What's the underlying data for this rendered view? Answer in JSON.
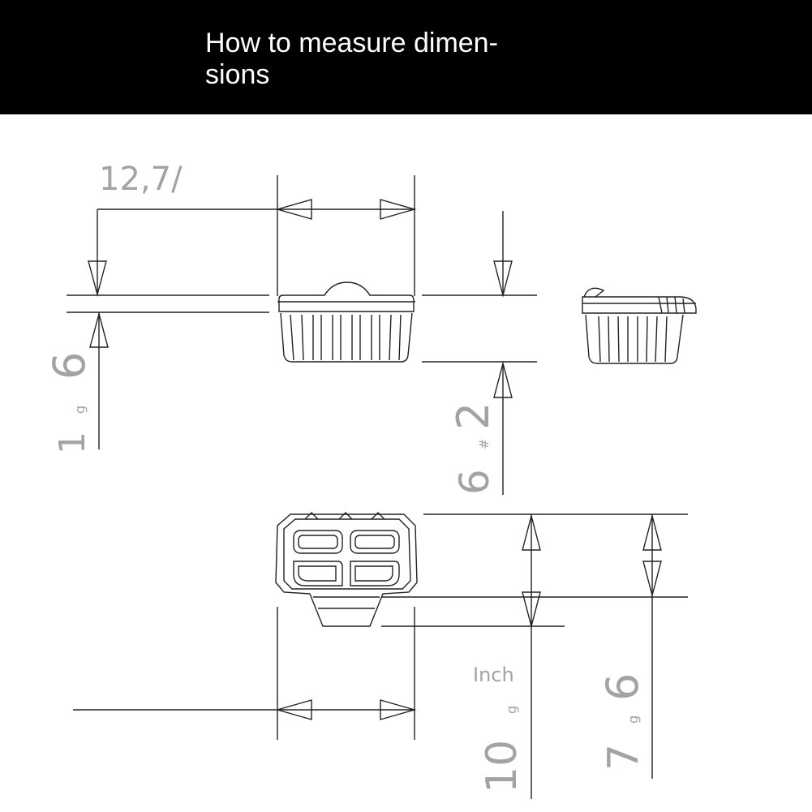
{
  "header": {
    "title": "How to measure dimen-\nsions"
  },
  "dimensions": {
    "width_label": "12,7/",
    "left_height_label": "1",
    "left_height_sub": "g",
    "left_height_end": "6",
    "right_height_label": "6",
    "right_height_sub": "#",
    "right_height_end": "2",
    "unit_label": "Inch",
    "depth_label": "10",
    "depth_sub": "g",
    "lower_height_label": "7",
    "lower_height_sub": "g",
    "lower_height_end": "6"
  },
  "colors": {
    "header_bg": "#000000",
    "header_text": "#ffffff",
    "line": "#222222",
    "dimension_text": "#a3a3a3"
  }
}
